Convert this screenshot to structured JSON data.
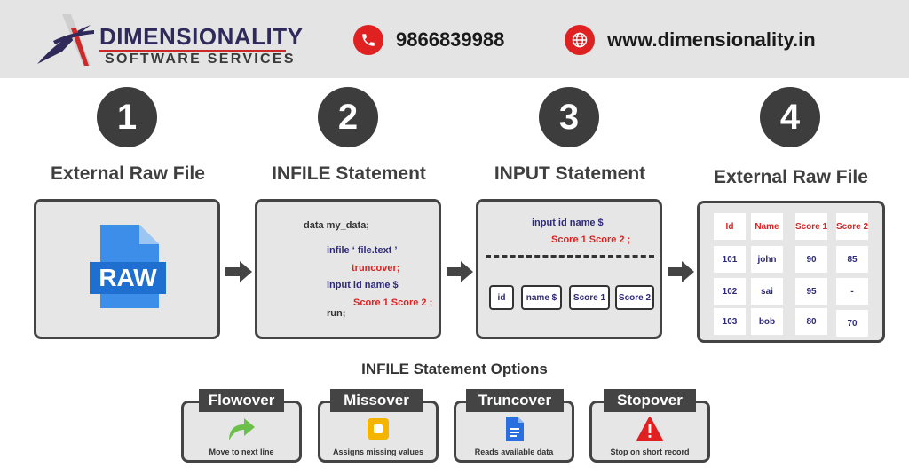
{
  "header": {
    "brand_name": "DIMENSIONALITY",
    "brand_tagline": "SOFTWARE SERVICES",
    "phone": "9866839988",
    "website": "www.dimensionality.in",
    "colors": {
      "header_bg": "#e4e4e4",
      "brand_navy": "#2f2a5a",
      "accent_red": "#e02121"
    }
  },
  "steps": [
    {
      "number": "1",
      "title": "External Raw File"
    },
    {
      "number": "2",
      "title": "INFILE Statement"
    },
    {
      "number": "3",
      "title": "INPUT Statement"
    },
    {
      "number": "4",
      "title": "External Raw File"
    }
  ],
  "panel1": {
    "file_label": "RAW",
    "icon": "raw-file-icon"
  },
  "panel2": {
    "lines": [
      "data my_data;",
      "infile ‘ file.text ’",
      "truncover;",
      "input id name $",
      "Score 1 Score 2 ;",
      "run;"
    ]
  },
  "panel3": {
    "line1": "input id name $",
    "line2": "Score 1 Score 2 ;",
    "fields": [
      "id",
      "name $",
      "Score 1",
      "Score 2"
    ]
  },
  "panel4": {
    "headers": [
      "Id",
      "Name",
      "Score 1",
      "Score 2"
    ],
    "rows": [
      [
        "101",
        "john",
        "90",
        "85"
      ],
      [
        "102",
        "sai",
        "95",
        "-"
      ],
      [
        "103",
        "bob",
        "80",
        "70"
      ]
    ]
  },
  "options": {
    "title": "INFILE Statement Options",
    "items": [
      {
        "name": "Flowover",
        "description": "Move to next line",
        "icon": "curved-arrow-icon"
      },
      {
        "name": "Missover",
        "description": "Assigns missing values",
        "icon": "yellow-square-icon"
      },
      {
        "name": "Truncover",
        "description": "Reads available data",
        "icon": "document-icon"
      },
      {
        "name": "Stopover",
        "description": "Stop on short record",
        "icon": "warning-icon"
      }
    ]
  }
}
